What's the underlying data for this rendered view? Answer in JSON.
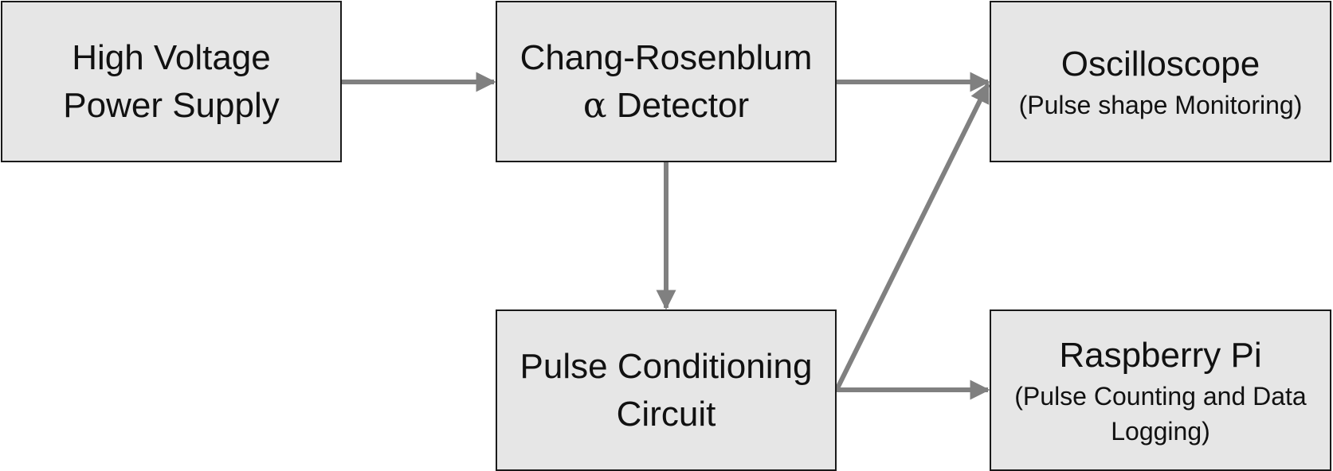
{
  "diagram": {
    "boxes": {
      "power_supply": {
        "lines": [
          "High Voltage",
          "Power Supply"
        ]
      },
      "detector": {
        "lines": [
          "Chang-Rosenblum",
          "Detector"
        ],
        "symbol": "α"
      },
      "oscilloscope": {
        "title": "Oscilloscope",
        "subtitle_lines": [
          "(Pulse shape Monitoring)"
        ]
      },
      "conditioning": {
        "lines": [
          "Pulse Conditioning",
          "Circuit"
        ]
      },
      "raspberry_pi": {
        "title": "Raspberry Pi",
        "subtitle_lines": [
          "(Pulse Counting and Data",
          "Logging)"
        ]
      }
    },
    "connections": [
      {
        "from": "power_supply",
        "to": "detector"
      },
      {
        "from": "detector",
        "to": "oscilloscope"
      },
      {
        "from": "detector",
        "to": "conditioning"
      },
      {
        "from": "conditioning",
        "to": "oscilloscope"
      },
      {
        "from": "conditioning",
        "to": "raspberry_pi"
      }
    ],
    "colors": {
      "box_fill": "#e6e6e6",
      "box_border": "#1a1a1a",
      "arrow": "#808080",
      "text": "#111111"
    }
  }
}
